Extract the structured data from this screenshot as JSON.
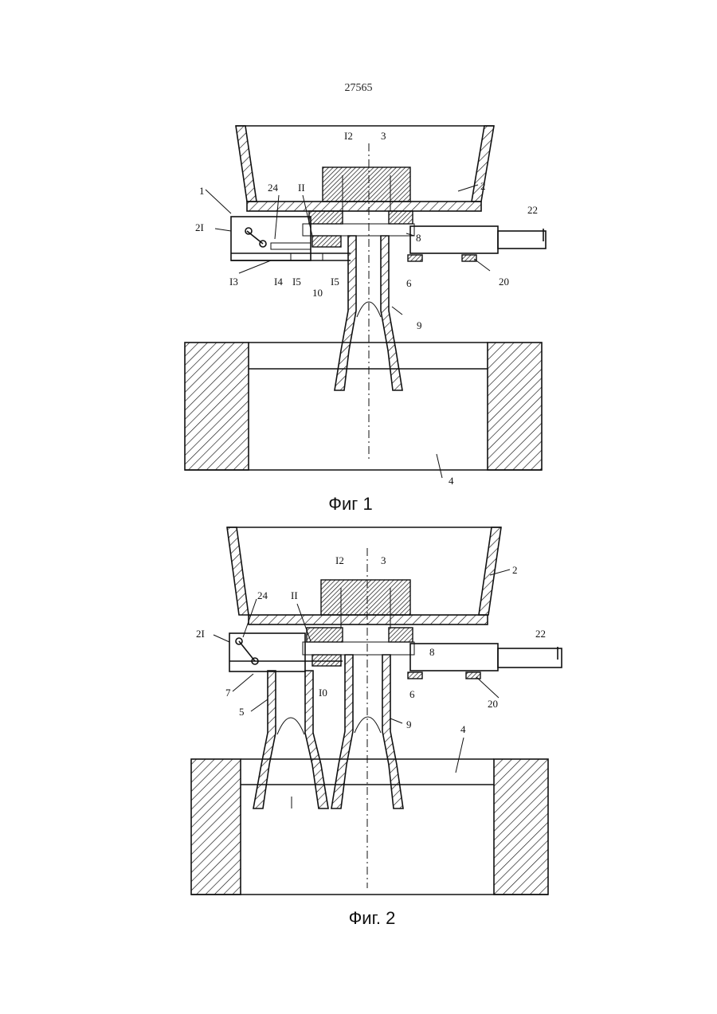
{
  "page_number": "27565",
  "figures": [
    {
      "caption": "Фиг 1",
      "labels": {
        "l1": "1",
        "l2": "2",
        "l3": "3",
        "l4": "4",
        "l6": "6",
        "l8": "8",
        "l9": "9",
        "l10": "10",
        "l11": "II",
        "l12": "I2",
        "l13": "I3",
        "l14": "I4",
        "l15a": "I5",
        "l15b": "I5",
        "l20": "20",
        "l21": "2I",
        "l22": "22",
        "l24": "24"
      }
    },
    {
      "caption": "Фиг. 2",
      "labels": {
        "l2": "2",
        "l3": "3",
        "l4": "4",
        "l5": "5",
        "l6": "6",
        "l7": "7",
        "l8": "8",
        "l9": "9",
        "l10": "I0",
        "l11": "II",
        "l12": "I2",
        "l20": "20",
        "l21": "2I",
        "l22": "22",
        "l24": "24"
      }
    }
  ]
}
